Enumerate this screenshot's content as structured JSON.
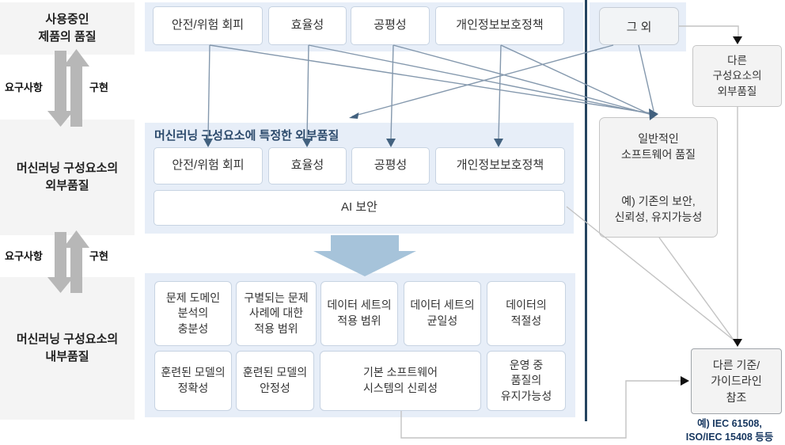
{
  "left_column": {
    "product_quality": "사용중인\n제품의 품질",
    "requirements_label": "요구사항",
    "implementation_label": "구현",
    "ml_external_quality": "머신러닝 구성요소의\n외부품질",
    "ml_internal_quality": "머신러닝 구성요소의\n내부품질"
  },
  "top_row": {
    "boxes": [
      "안전/위험 회피",
      "효율성",
      "공평성",
      "개인정보보호정책"
    ],
    "others_box": "그 외"
  },
  "external_panel": {
    "title": "머신러닝 구성요소에 특정한 외부품질",
    "boxes": [
      "안전/위험 회피",
      "효율성",
      "공평성",
      "개인정보보호정책"
    ],
    "ai_security_box": "AI 보안"
  },
  "internal_panel": {
    "row1": [
      "문제 도메인\n분석의\n충분성",
      "구별되는 문제\n사례에 대한\n적용 범위",
      "데이터 세트의\n적용 범위",
      "데이터 세트의\n균일성",
      "데이터의\n적절성"
    ],
    "row2": [
      "훈련된 모델의\n정확성",
      "훈련된 모델의\n안정성",
      "기본 소프트웨어\n시스템의 신뢰성",
      "운영 중\n품질의\n유지가능성"
    ]
  },
  "right_column": {
    "other_component_quality": "다른\n구성요소의\n외부품질",
    "general_software_quality": "일반적인\n소프트웨어 품질",
    "general_software_example": "예) 기존의 보안,\n신뢰성, 유지가능성",
    "other_standards": "다른 기준/\n가이드라인\n참조",
    "standards_example": "예) IEC 61508,\nISO/IEC 15408 등등"
  },
  "colors": {
    "panel_blue": "#e7eef8",
    "navy_divider": "#25445f",
    "connector_blue_gray": "#8498ad",
    "connector_gray": "#c3c3c3",
    "block_arrow_blue": "#a6c3da",
    "left_arrow_gray": "#b7b7b7"
  }
}
